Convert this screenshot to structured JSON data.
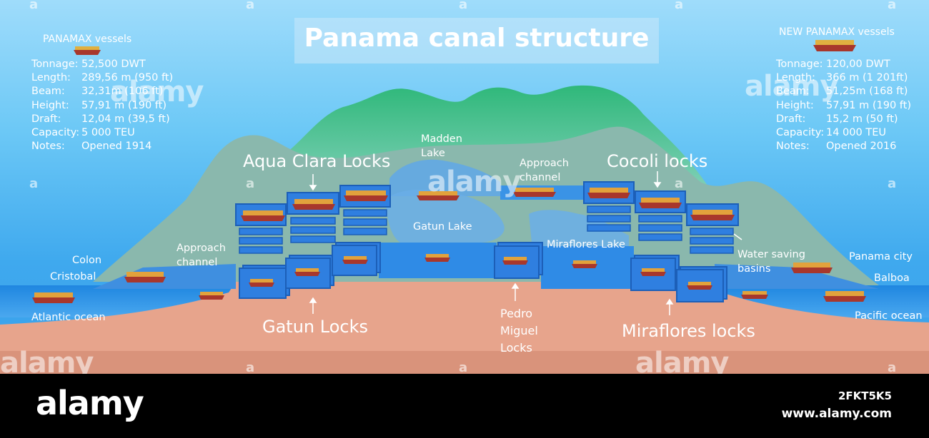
{
  "title": "Panama canal structure",
  "panamax": {
    "heading": "PANAMAX vessels",
    "specs": [
      {
        "key": "Tonnage:",
        "value": "52,500 DWT"
      },
      {
        "key": "Length:",
        "value": "289,56 m (950 ft)"
      },
      {
        "key": "Beam:",
        "value": "32,31m (106 ft)"
      },
      {
        "key": "Height:",
        "value": "57,91 m (190 ft)"
      },
      {
        "key": "Draft:",
        "value": "12,04 m (39,5 ft)"
      },
      {
        "key": "Capacity:",
        "value": "5 000 TEU"
      },
      {
        "key": "Notes:",
        "value": "Opened 1914"
      }
    ]
  },
  "new_panamax": {
    "heading": "NEW PANAMAX vessels",
    "specs": [
      {
        "key": "Tonnage:",
        "value": "120,00 DWT"
      },
      {
        "key": "Length:",
        "value": "366 m (1 201ft)"
      },
      {
        "key": "Beam:",
        "value": "51,25m (168 ft)"
      },
      {
        "key": "Height:",
        "value": "57,91 m (190 ft)"
      },
      {
        "key": "Draft:",
        "value": "15,2 m (50 ft)"
      },
      {
        "key": "Capacity:",
        "value": "14 000 TEU"
      },
      {
        "key": "Notes:",
        "value": "Opened 2016"
      }
    ]
  },
  "labels": {
    "aqua_clara": "Aqua Clara Locks",
    "cocoli": "Cocoli locks",
    "gatun_locks": "Gatun Locks",
    "miraflores_locks": "Miraflores locks",
    "pedro_miguel": [
      "Pedro",
      "Miguel",
      "Locks"
    ],
    "madden_lake": [
      "Madden",
      "Lake"
    ],
    "approach_channel_right": [
      "Approach",
      "channel"
    ],
    "approach_channel_left": [
      "Approach",
      "channel"
    ],
    "gatun_lake": "Gatun Lake",
    "miraflores_lake": "Miraflores Lake",
    "water_saving": [
      "Water saving",
      "basins"
    ],
    "colon": "Colon",
    "cristobal": "Cristobal",
    "atlantic": "Atlantic ocean",
    "panama_city": "Panama city",
    "balboa": "Balboa",
    "pacific": "Pacific ocean"
  },
  "watermark": {
    "brand": "alamy",
    "mark": "a"
  },
  "footer": {
    "logo": "alamy",
    "image_id": "2FKT5K5",
    "url": "www.alamy.com"
  },
  "colors": {
    "sky_top": "#9fdcfb",
    "sky_bottom": "#3a9fea",
    "land": "#e7a48c",
    "hills": "#8ab8ad",
    "mountains": "#3fbf88",
    "water": "#3a93e6",
    "lock": "#2f7fe0",
    "ship_hull": "#a8372c"
  }
}
